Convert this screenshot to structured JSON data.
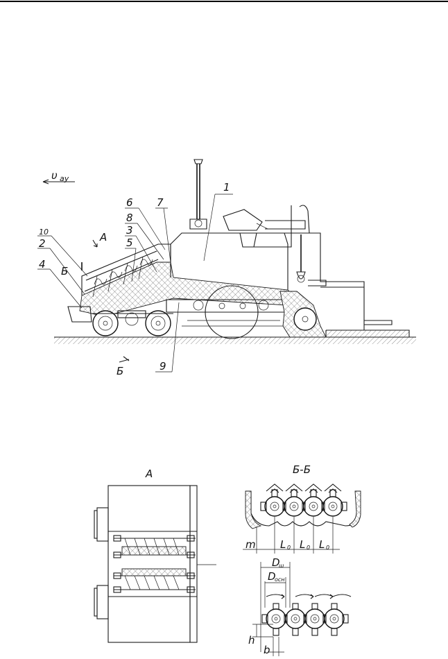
{
  "labels": {
    "speed": "υ",
    "speed_sub": "ау",
    "n1": "1",
    "n2": "2",
    "n3": "3",
    "n4": "4",
    "n5": "5",
    "n6": "6",
    "n7": "7",
    "n8": "8",
    "n9": "9",
    "n10": "10",
    "view_a_arrow": "А",
    "section_b_top": "Б",
    "section_b_bottom": "Б",
    "view_a_title": "А",
    "section_title": "Б-Б"
  },
  "dimensions": {
    "m": "m",
    "l0_1": "L",
    "l0_1_sub": "0",
    "l0_2": "L",
    "l0_2_sub": "0",
    "l0_3": "L",
    "l0_3_sub": "0",
    "d_w": "D",
    "d_w_sub": "ш",
    "d_osn": "D",
    "d_osn_sub": "осн",
    "h": "h",
    "b": "b"
  },
  "colors": {
    "line": "#1a1a1a",
    "background": "#ffffff"
  }
}
